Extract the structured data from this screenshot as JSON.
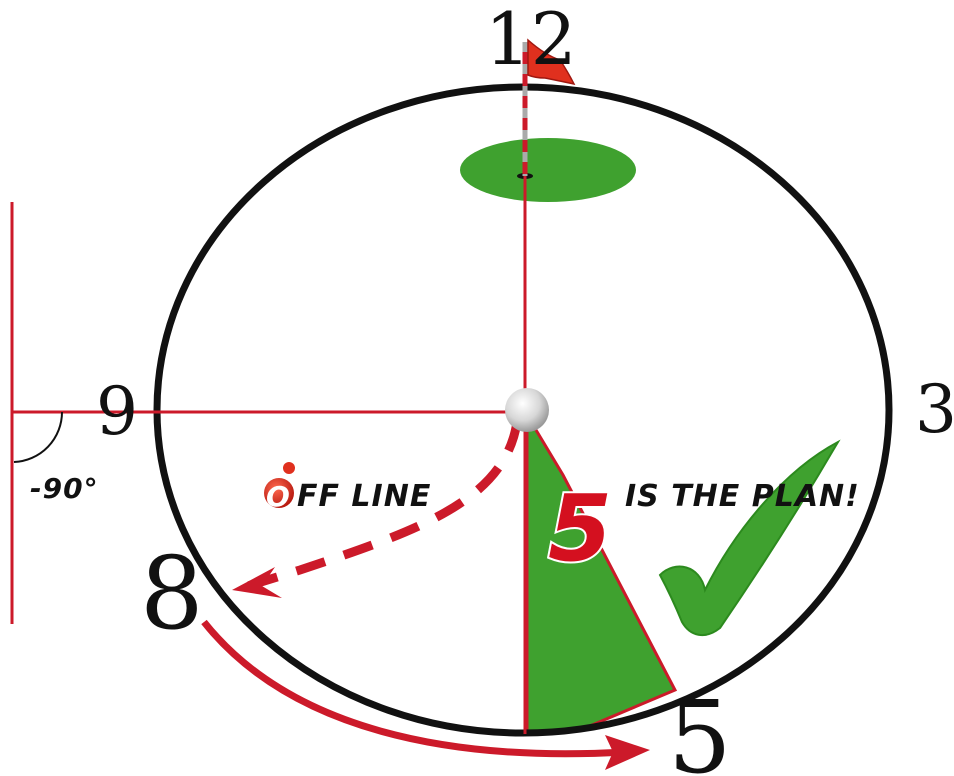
{
  "clock": {
    "twelve": "12",
    "three": "3",
    "nine": "9",
    "eight": "8",
    "five": "5"
  },
  "angle_label": "-90°",
  "off_line": {
    "initial": "O",
    "rest": "FF LINE"
  },
  "plan": {
    "number": "5",
    "text": "IS THE PLAN!"
  },
  "colors": {
    "red": "#cc1a2a",
    "green": "#3fa12f",
    "black": "#111111",
    "ball": "#d9d9d9"
  },
  "icons": [
    "flag-icon",
    "golf-ball-icon",
    "checkmark-icon",
    "ball-marker-icon"
  ]
}
